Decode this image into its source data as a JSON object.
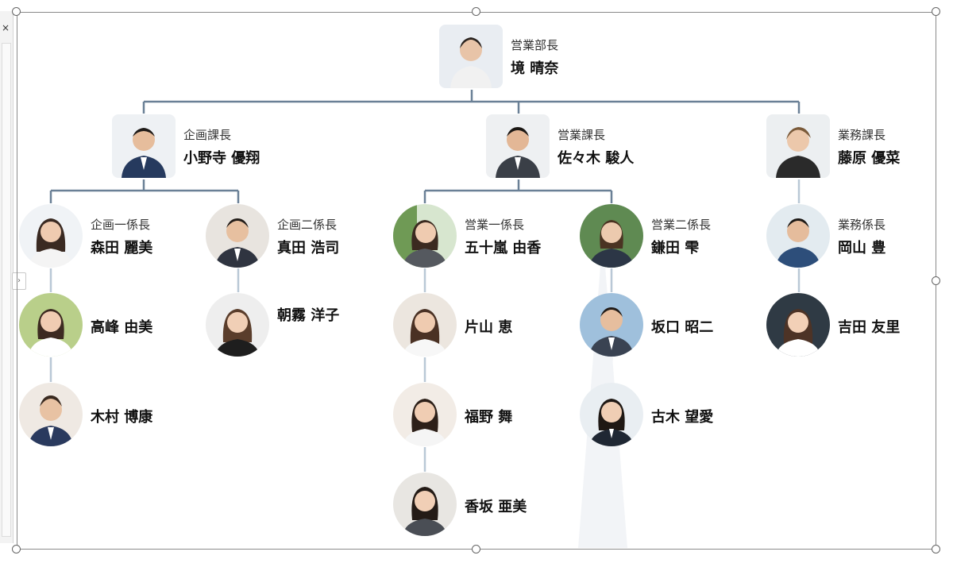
{
  "panel": {
    "close_icon": "×",
    "expand_icon": "›"
  },
  "colors": {
    "line": "#6a8096",
    "frame": "#8a8a8a"
  },
  "org": {
    "head": {
      "title": "営業部長",
      "name": "境 晴奈"
    },
    "planning_manager": {
      "title": "企画課長",
      "name": "小野寺 優翔"
    },
    "sales_manager": {
      "title": "営業課長",
      "name": "佐々木 駿人"
    },
    "ops_manager": {
      "title": "業務課長",
      "name": "藤原 優菜"
    },
    "planning_1": {
      "title": "企画一係長",
      "name": "森田 麗美"
    },
    "planning_2": {
      "title": "企画二係長",
      "name": "真田 浩司"
    },
    "sales_1": {
      "title": "営業一係長",
      "name": "五十嵐 由香"
    },
    "sales_2": {
      "title": "営業二係長",
      "name": "鎌田 雫"
    },
    "ops_1": {
      "title": "業務係長",
      "name": "岡山 豊"
    },
    "staff": {
      "takamine": "高峰 由美",
      "kimura": "木村 博康",
      "asagiri": "朝霧 洋子",
      "katayama": "片山 恵",
      "fukuno": "福野 舞",
      "kosaka": "香坂 亜美",
      "sakaguchi": "坂口 昭二",
      "furuki": "古木 望愛",
      "yoshida": "吉田 友里"
    }
  }
}
